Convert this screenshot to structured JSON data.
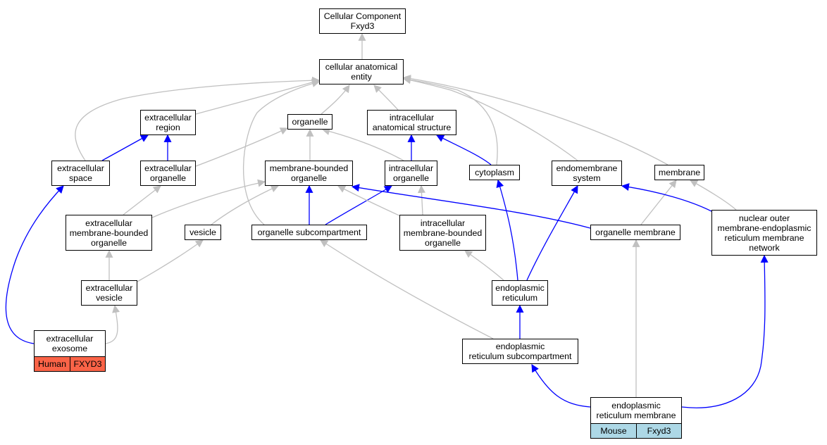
{
  "colors": {
    "is_a_edge": "#c0c0c0",
    "part_of_edge": "#0000ff",
    "human_tag": "#fa6347",
    "mouse_tag": "#add8e6"
  },
  "nodes": {
    "root": [
      "Cellular Component",
      "Fxyd3"
    ],
    "cae": [
      "cellular anatomical",
      "entity"
    ],
    "ecr": [
      "extracellular",
      "region"
    ],
    "org": [
      "organelle"
    ],
    "ias": [
      "intracellular",
      "anatomical structure"
    ],
    "ecs": [
      "extracellular",
      "space"
    ],
    "eco": [
      "extracellular",
      "organelle"
    ],
    "mbo": [
      "membrane-bounded",
      "organelle"
    ],
    "io": [
      "intracellular",
      "organelle"
    ],
    "cyt": [
      "cytoplasm"
    ],
    "ems": [
      "endomembrane",
      "system"
    ],
    "mem": [
      "membrane"
    ],
    "emo": [
      "extracellular",
      "membrane-bounded",
      "organelle"
    ],
    "ves": [
      "vesicle"
    ],
    "osc": [
      "organelle subcompartment"
    ],
    "imo": [
      "intracellular",
      "membrane-bounded",
      "organelle"
    ],
    "om": [
      "organelle membrane"
    ],
    "nom": [
      "nuclear outer",
      "membrane-endoplasmic",
      "reticulum membrane",
      "network"
    ],
    "ev": [
      "extracellular",
      "vesicle"
    ],
    "er": [
      "endoplasmic",
      "reticulum"
    ],
    "exo": [
      "extracellular",
      "exosome"
    ],
    "ersc": [
      "endoplasmic",
      "reticulum subcompartment"
    ],
    "erm": [
      "endoplasmic",
      "reticulum membrane"
    ]
  },
  "annotations": {
    "exosome": {
      "species": "Human",
      "gene": "FXYD3"
    },
    "er_membrane": {
      "species": "Mouse",
      "gene": "Fxyd3"
    }
  },
  "edges": [
    {
      "from": "cae",
      "to": "root",
      "type": "is_a"
    },
    {
      "from": "ecr",
      "to": "cae",
      "type": "is_a"
    },
    {
      "from": "org",
      "to": "cae",
      "type": "is_a"
    },
    {
      "from": "ias",
      "to": "cae",
      "type": "is_a"
    },
    {
      "from": "ecs",
      "to": "cae",
      "type": "is_a"
    },
    {
      "from": "osc",
      "to": "cae",
      "type": "is_a"
    },
    {
      "from": "cyt",
      "to": "cae",
      "type": "is_a"
    },
    {
      "from": "ems",
      "to": "cae",
      "type": "is_a"
    },
    {
      "from": "mem",
      "to": "cae",
      "type": "is_a"
    },
    {
      "from": "ecs",
      "to": "ecr",
      "type": "part_of"
    },
    {
      "from": "eco",
      "to": "ecr",
      "type": "part_of"
    },
    {
      "from": "eco",
      "to": "org",
      "type": "is_a"
    },
    {
      "from": "mbo",
      "to": "org",
      "type": "is_a"
    },
    {
      "from": "io",
      "to": "org",
      "type": "is_a"
    },
    {
      "from": "io",
      "to": "ias",
      "type": "part_of"
    },
    {
      "from": "cyt",
      "to": "ias",
      "type": "part_of"
    },
    {
      "from": "emo",
      "to": "eco",
      "type": "is_a"
    },
    {
      "from": "emo",
      "to": "mbo",
      "type": "is_a"
    },
    {
      "from": "ves",
      "to": "mbo",
      "type": "is_a"
    },
    {
      "from": "osc",
      "to": "mbo",
      "type": "part_of"
    },
    {
      "from": "osc",
      "to": "io",
      "type": "part_of"
    },
    {
      "from": "imo",
      "to": "mbo",
      "type": "is_a"
    },
    {
      "from": "imo",
      "to": "io",
      "type": "is_a"
    },
    {
      "from": "om",
      "to": "mbo",
      "type": "part_of"
    },
    {
      "from": "om",
      "to": "mem",
      "type": "is_a"
    },
    {
      "from": "nom",
      "to": "mem",
      "type": "is_a"
    },
    {
      "from": "nom",
      "to": "ems",
      "type": "part_of"
    },
    {
      "from": "ev",
      "to": "emo",
      "type": "is_a"
    },
    {
      "from": "ev",
      "to": "ves",
      "type": "is_a"
    },
    {
      "from": "er",
      "to": "imo",
      "type": "is_a"
    },
    {
      "from": "er",
      "to": "cyt",
      "type": "part_of"
    },
    {
      "from": "er",
      "to": "ems",
      "type": "part_of"
    },
    {
      "from": "exo",
      "to": "ev",
      "type": "is_a"
    },
    {
      "from": "exo",
      "to": "ecs",
      "type": "part_of"
    },
    {
      "from": "ersc",
      "to": "osc",
      "type": "is_a"
    },
    {
      "from": "ersc",
      "to": "er",
      "type": "part_of"
    },
    {
      "from": "erm",
      "to": "ersc",
      "type": "part_of"
    },
    {
      "from": "erm",
      "to": "om",
      "type": "is_a"
    },
    {
      "from": "erm",
      "to": "nom",
      "type": "part_of"
    }
  ]
}
